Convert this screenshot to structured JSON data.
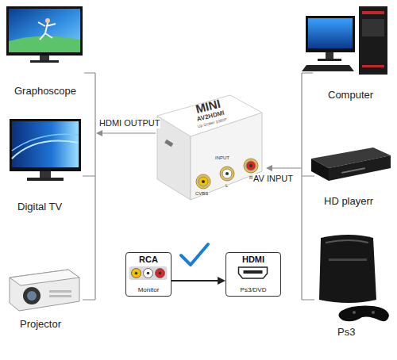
{
  "diagram": {
    "nodes": [
      {
        "text": [
          "MINI",
          "AV2HDMI",
          "Up Scaler 1080P"
        ]
      },
      {
        "text": [
          "RCA",
          "Monitor"
        ]
      },
      {
        "text": [
          "HDMI",
          "Ps3/DVD"
        ]
      }
    ],
    "edges": [
      {
        "from": 1,
        "to": 2,
        "arrow": "to"
      }
    ],
    "labels": [
      "Graphoscope",
      "HDMI OUTPUT",
      "Computer",
      "HD playerr",
      "Digital TV",
      "AV INPUT",
      "Projector",
      "Ps3",
      "INPUT",
      "CVBS",
      "L",
      "R"
    ]
  }
}
